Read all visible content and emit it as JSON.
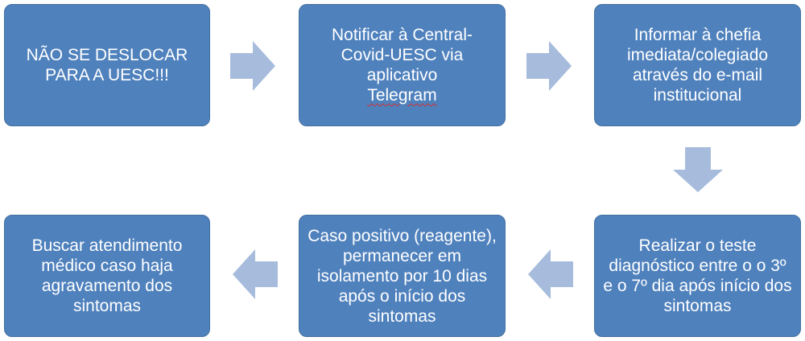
{
  "colors": {
    "box_fill": "#4f81bd",
    "box_border": "#43709f",
    "arrow_fill": "#a7bcdc",
    "text": "#ffffff"
  },
  "steps": [
    {
      "id": "step-1",
      "text": "NÃO SE DESLOCAR PARA A UESC!!!"
    },
    {
      "id": "step-2",
      "text_main": "Notificar à Central-Covid-UESC via aplicativo",
      "text_underlined": "Telegram"
    },
    {
      "id": "step-3",
      "text": "Informar à chefia imediata/colegiado através do e-mail institucional"
    },
    {
      "id": "step-4",
      "text": "Realizar o teste diagnóstico entre o o 3º e o 7º dia após início dos sintomas"
    },
    {
      "id": "step-5",
      "text": "Caso positivo (reagente), permanecer em isolamento por 10 dias após o início dos sintomas"
    },
    {
      "id": "step-6",
      "text": "Buscar atendimento médico caso haja agravamento dos sintomas"
    }
  ],
  "arrows": [
    {
      "from": "step-1",
      "to": "step-2",
      "direction": "right"
    },
    {
      "from": "step-2",
      "to": "step-3",
      "direction": "right"
    },
    {
      "from": "step-3",
      "to": "step-4",
      "direction": "down"
    },
    {
      "from": "step-4",
      "to": "step-5",
      "direction": "left"
    },
    {
      "from": "step-5",
      "to": "step-6",
      "direction": "left"
    }
  ]
}
